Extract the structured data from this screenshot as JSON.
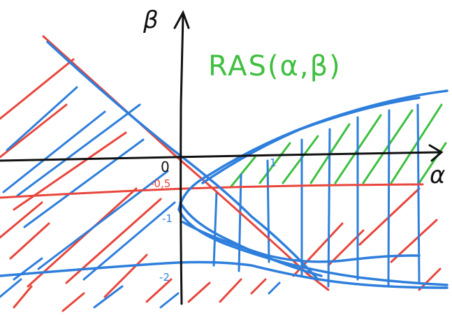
{
  "title": "RAS(α,β)",
  "axes": {
    "x_label": "α",
    "y_label": "β",
    "origin_label": "0"
  },
  "tick_labels": {
    "minus_half": "-0,5",
    "minus_one": "-1",
    "minus_two": "-2",
    "alpha_tick": "1"
  },
  "colors": {
    "axis": "#111111",
    "red": "#e8463c",
    "blue": "#2e7fdc",
    "green": "#3fbf3f",
    "background": "#ffffff"
  }
}
